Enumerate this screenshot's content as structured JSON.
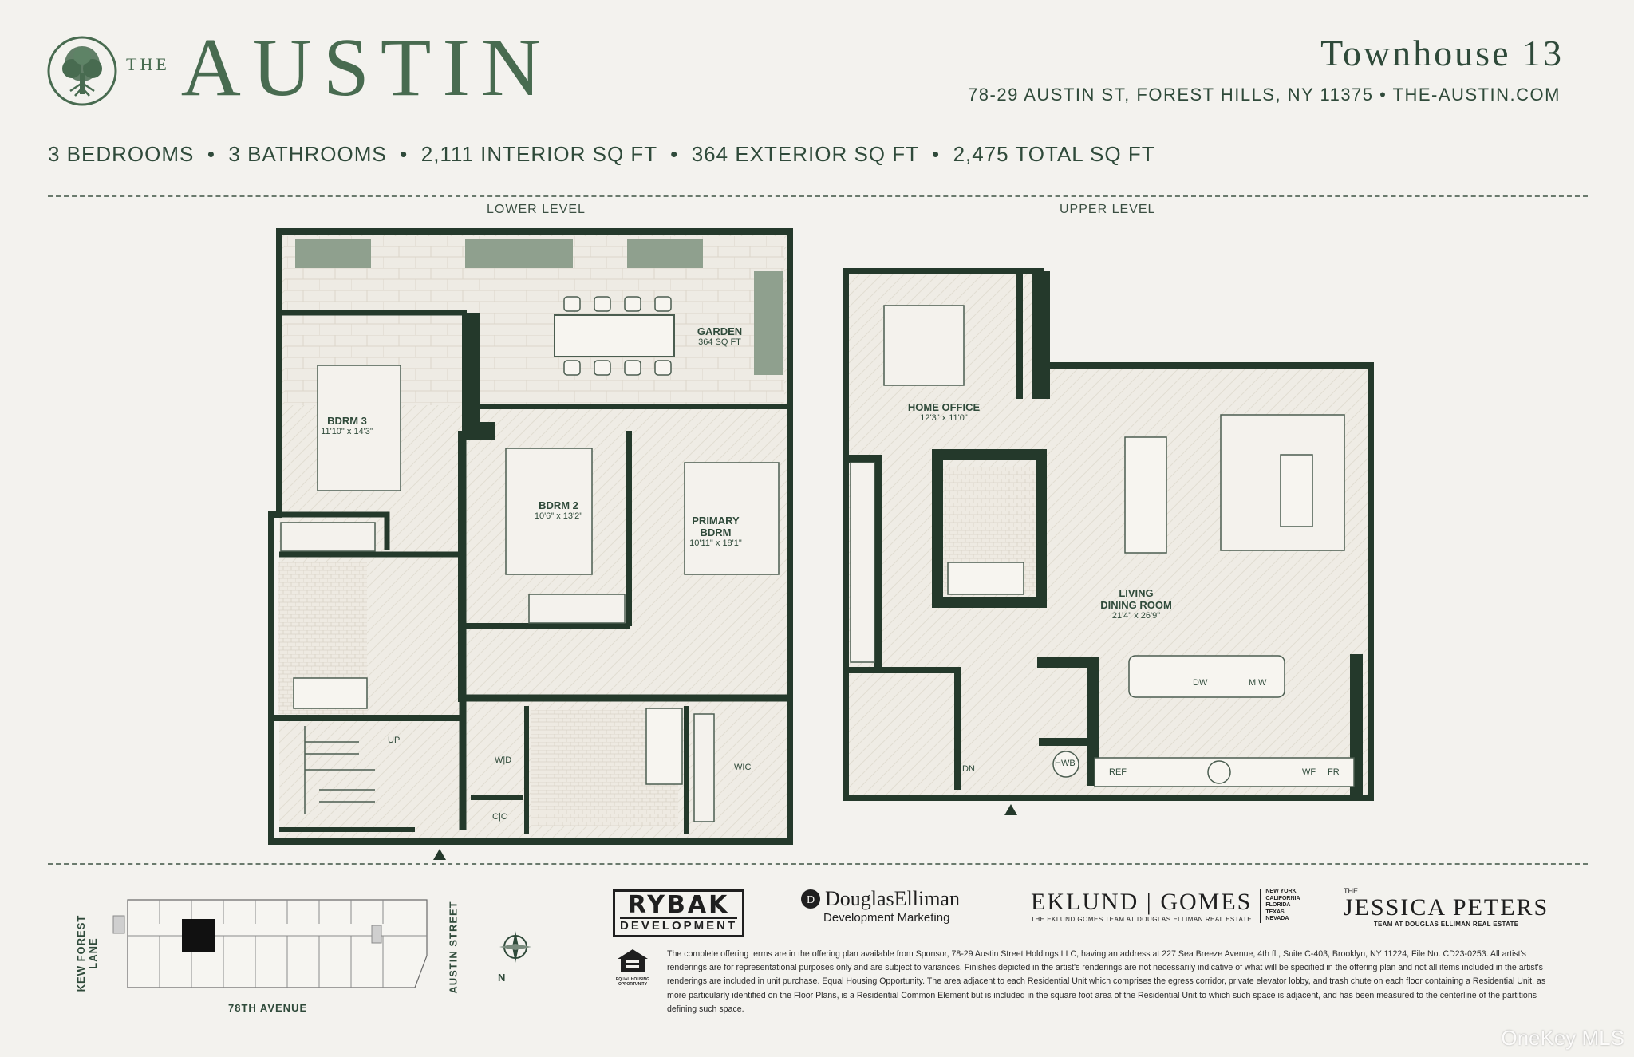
{
  "brand": {
    "the": "THE",
    "name": "AUSTIN",
    "colors": {
      "primary": "#486b50",
      "wall": "#24392b",
      "floor": "#efece5",
      "background": "#f3f2ee"
    }
  },
  "header": {
    "unit_title": "Townhouse 13",
    "address": "78-29 AUSTIN ST, FOREST HILLS, NY 11375 • THE-AUSTIN.COM"
  },
  "stats": [
    "3 BEDROOMS",
    "3 BATHROOMS",
    "2,111 INTERIOR SQ FT",
    "364 EXTERIOR SQ FT",
    "2,475 TOTAL SQ FT"
  ],
  "floorplan": {
    "lower_level": {
      "label": "LOWER LEVEL",
      "rooms": [
        {
          "name": "GARDEN",
          "dim": "364 SQ FT"
        },
        {
          "name": "BDRM 3",
          "dim": "11'10\" x 14'3\""
        },
        {
          "name": "BDRM 2",
          "dim": "10'6\" x 13'2\""
        },
        {
          "name_line1": "PRIMARY",
          "name_line2": "BDRM",
          "dim": "10'11\" x 18'1\""
        }
      ],
      "labels": {
        "up": "UP",
        "wd": "W|D",
        "cc": "C|C",
        "wic": "WIC"
      }
    },
    "upper_level": {
      "label": "UPPER LEVEL",
      "rooms": [
        {
          "name": "HOME OFFICE",
          "dim": "12'3\" x 11'0\""
        },
        {
          "name_line1": "LIVING",
          "name_line2": "DINING ROOM",
          "dim": "21'4\" x 26'9\""
        }
      ],
      "labels": {
        "dn": "DN",
        "hwb": "HWB",
        "ref": "REF",
        "wf": "WF",
        "fr": "FR",
        "dw": "DW",
        "mw": "M|W"
      }
    }
  },
  "keyplan": {
    "west_street": "KEW FOREST LANE",
    "east_street": "AUSTIN STREET",
    "south_street": "78TH AVENUE",
    "north": "N"
  },
  "partners": {
    "rybak_line1": "RYBAK",
    "rybak_line2": "DEVELOPMENT",
    "de_name": "DouglasElliman",
    "de_sub": "Development Marketing",
    "eklund_name": "EKLUND | GOMES",
    "eklund_sub": "THE EKLUND GOMES TEAM AT DOUGLAS ELLIMAN REAL ESTATE",
    "eklund_states": [
      "NEW YORK",
      "CALIFORNIA",
      "FLORIDA",
      "TEXAS",
      "NEVADA"
    ],
    "jp_the": "THE",
    "jp_name": "JESSICA PETERS",
    "jp_sub": "TEAM AT DOUGLAS ELLIMAN REAL ESTATE",
    "eho_line1": "EQUAL HOUSING",
    "eho_line2": "OPPORTUNITY"
  },
  "disclaimer": "The complete offering terms are in the offering plan available from Sponsor, 78-29 Austin Street Holdings LLC, having an address at 227 Sea Breeze Avenue, 4th fl., Suite C-403, Brooklyn, NY 11224, File No. CD23-0253. All artist's renderings are for representational purposes only and are subject to variances. Finishes depicted in the artist's renderings are not necessarily indicative of what will be specified in the offering plan and not all items included in the artist's renderings are included in unit purchase. Equal Housing Opportunity. The area adjacent to each Residential Unit which comprises the egress corridor, private elevator lobby, and trash chute on each floor containing a Residential Unit, as more particularly identified on the Floor Plans, is a Residential Common Element but is included in the square foot area of the Residential Unit to which such space is adjacent, and has been measured to the centerline of the partitions defining such space.",
  "watermark": "OneKey MLS"
}
